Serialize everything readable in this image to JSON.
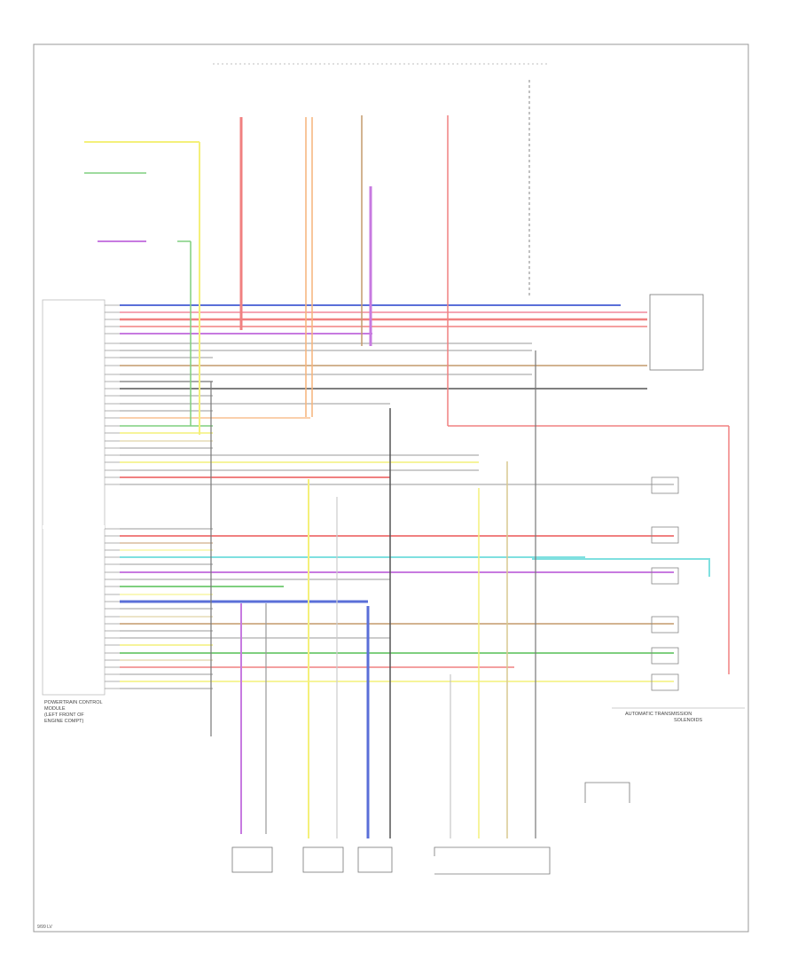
{
  "diagram": {
    "title_blocks": {
      "pcm": [
        "POWERTRAIN CONTROL",
        "MODULE",
        "(LEFT FRONT OF",
        "ENGINE COMPT)"
      ],
      "trans_solenoids": [
        "AUTOMATIC TRANSMISSION",
        "SOLENOIDS"
      ]
    },
    "wire_colors": {
      "red": "#f08080",
      "pink": "#f4a6b4",
      "orange": "#f6b37a",
      "yellow": "#f4f07a",
      "green": "#7fcf7f",
      "cyan": "#7fe0e0",
      "blue": "#5a6fd8",
      "violet": "#c77ae0",
      "brown": "#c49a6c",
      "gray": "#9a9a9a",
      "black": "#555555",
      "tan": "#d8c890"
    },
    "footer_code": "9/99 LV"
  }
}
